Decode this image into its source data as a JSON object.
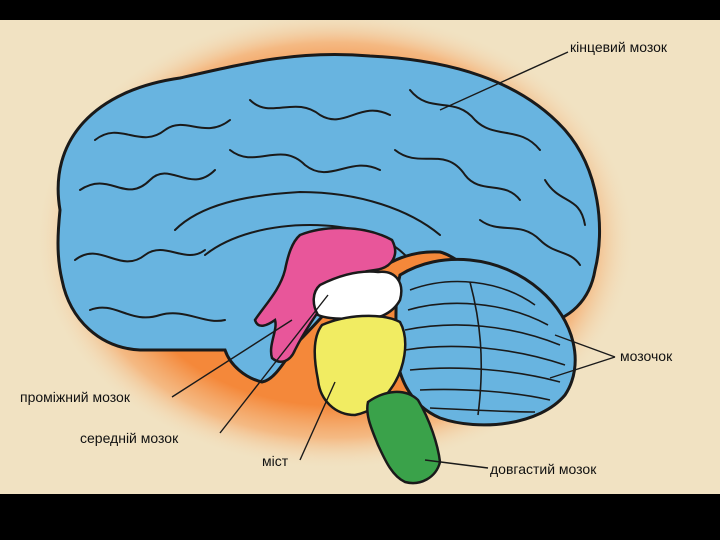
{
  "labels": {
    "cerebrum": "кінцевий мозок",
    "cerebellum": "мозочок",
    "diencephalon": "проміжний мозок",
    "midbrain": "середній мозок",
    "pons": "міст",
    "medulla": "довгастий мозок"
  },
  "colors": {
    "background": "#f1e2c2",
    "glow": "#f4883a",
    "cerebrum": "#68b4e0",
    "diencephalon": "#e8569a",
    "midbrain": "#ffffff",
    "pons": "#f1ec62",
    "medulla": "#3aa24a",
    "outline": "#1a1a1a"
  }
}
